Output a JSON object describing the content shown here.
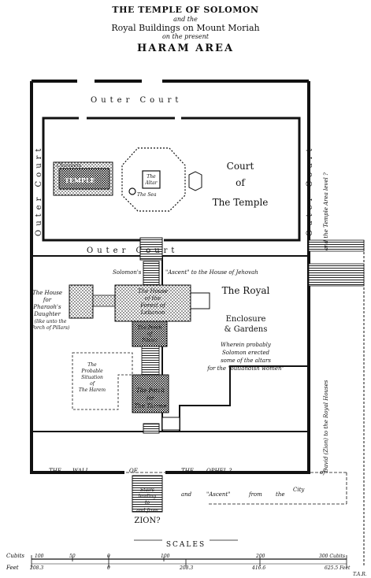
{
  "title": {
    "line1": "THE TEMPLE OF SOLOMON",
    "line2": "and the",
    "line3": "Royal Buildings on Mount Moriah",
    "line4": "on the present",
    "line5": "HARAM AREA"
  },
  "labels": {
    "outer_court_top": "Outer Court",
    "outer_court_left": "Outer Court",
    "outer_court_right": "Outer Court",
    "outer_court_bottom": "Outer Court",
    "and_temple_area_level": "and the Temple Area level ?",
    "court_of_the_temple": [
      "Court",
      "of",
      "The Temple"
    ],
    "chambers": "Chambers",
    "temple": "TEMPLE",
    "the_altar": [
      "The",
      "Altar"
    ],
    "the_sea": "The Sea",
    "solomons": "Solomon's",
    "ascent_house": "\"Ascent\" to the House of Jehovah",
    "the_royal": "The Royal",
    "enclosure_gardens": [
      "Enclosure",
      "& Gardens"
    ],
    "wherein": [
      "Wherein probably",
      "Solomon erected",
      "some of the altars",
      "for the \"outlandish women\""
    ],
    "house_for_pharaoh": [
      "The House",
      "for",
      "Pharaoh's",
      "Daughter",
      "(like unto the",
      "Porch of Pillars)"
    ],
    "house_forest": [
      "The House",
      "of the",
      "Forest of",
      "Lebanon"
    ],
    "porch_pillars": [
      "The Porch",
      "of",
      "Pillars"
    ],
    "porch_throne": [
      "The Porch",
      "for",
      "The Throne"
    ],
    "harem": [
      "The",
      "Probable",
      "Situation",
      "of",
      "The Harem"
    ],
    "david_zion_royal": "David (Zion) to the Royal Houses",
    "wall_ophel": [
      "THE",
      "WALL",
      "OF",
      "THE",
      "OPHEL ?"
    ],
    "of": "of",
    "stairs": [
      "Stairs",
      "leading",
      "to",
      "and from"
    ],
    "zion": "ZION?",
    "ascent_from_city": [
      "and",
      "\"Ascent\"",
      "from",
      "the",
      "City"
    ]
  },
  "scales": {
    "heading": "SCALES",
    "cubits_label": "Cubits",
    "cubits_ticks": [
      "100",
      "50",
      "0",
      "100",
      "200",
      "300 Cubits"
    ],
    "feet_label": "Feet",
    "feet_ticks": [
      "208.3",
      "0",
      "208.3",
      "416.6",
      "625.5 Feet"
    ],
    "initials": "T.A.R."
  }
}
